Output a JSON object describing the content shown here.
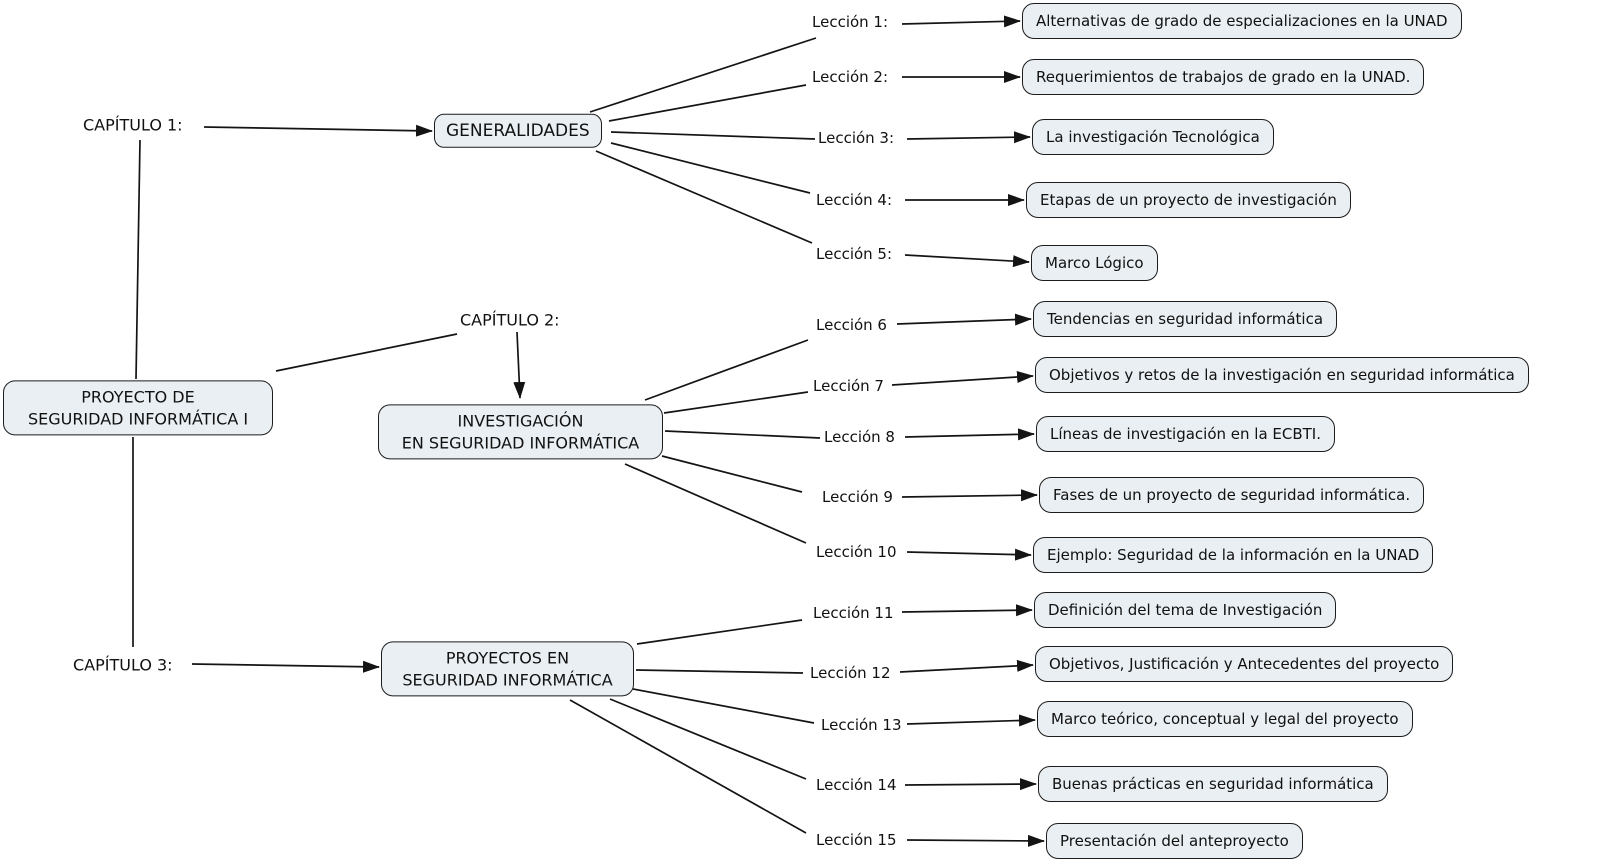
{
  "diagram": {
    "type": "mind-map",
    "root_label": "PROYECTO DE\nSEGURIDAD INFORMÁTICA I",
    "colors": {
      "background": "#ffffff",
      "node_fill": "#e9eff3",
      "node_border": "#1c1c1c",
      "line": "#141414",
      "text": "#111111"
    }
  },
  "chapters": [
    {
      "label": "CAPÍTULO 1:",
      "node_label": "GENERALIDADES"
    },
    {
      "label": "CAPÍTULO 2:",
      "node_label": "INVESTIGACIÓN\nEN SEGURIDAD INFORMÁTICA"
    },
    {
      "label": "CAPÍTULO 3:",
      "node_label": "PROYECTOS EN\nSEGURIDAD INFORMÁTICA"
    }
  ],
  "lessons": [
    {
      "label": "Lección 1:",
      "topic": "Alternativas de grado de especializaciones en la UNAD"
    },
    {
      "label": "Lección 2:",
      "topic": "Requerimientos de trabajos de grado en la UNAD."
    },
    {
      "label": "Lección 3:",
      "topic": "La investigación Tecnológica"
    },
    {
      "label": "Lección 4:",
      "topic": "Etapas de un proyecto de investigación"
    },
    {
      "label": "Lección 5:",
      "topic": "Marco Lógico"
    },
    {
      "label": "Lección 6",
      "topic": "Tendencias en seguridad informática"
    },
    {
      "label": "Lección 7",
      "topic": "Objetivos y retos de la investigación en seguridad informática"
    },
    {
      "label": "Lección 8",
      "topic": "Líneas de investigación en la ECBTI."
    },
    {
      "label": "Lección 9",
      "topic": "Fases de un proyecto de seguridad informática."
    },
    {
      "label": "Lección 10",
      "topic": "Ejemplo: Seguridad de la información en la UNAD"
    },
    {
      "label": "Lección 11",
      "topic": "Definición del tema de Investigación"
    },
    {
      "label": "Lección 12",
      "topic": "Objetivos, Justificación y Antecedentes del proyecto"
    },
    {
      "label": "Lección 13",
      "topic": "Marco teórico, conceptual y legal del proyecto"
    },
    {
      "label": "Lección 14",
      "topic": "Buenas prácticas en seguridad informática"
    },
    {
      "label": "Lección 15",
      "topic": "Presentación del anteproyecto"
    }
  ]
}
